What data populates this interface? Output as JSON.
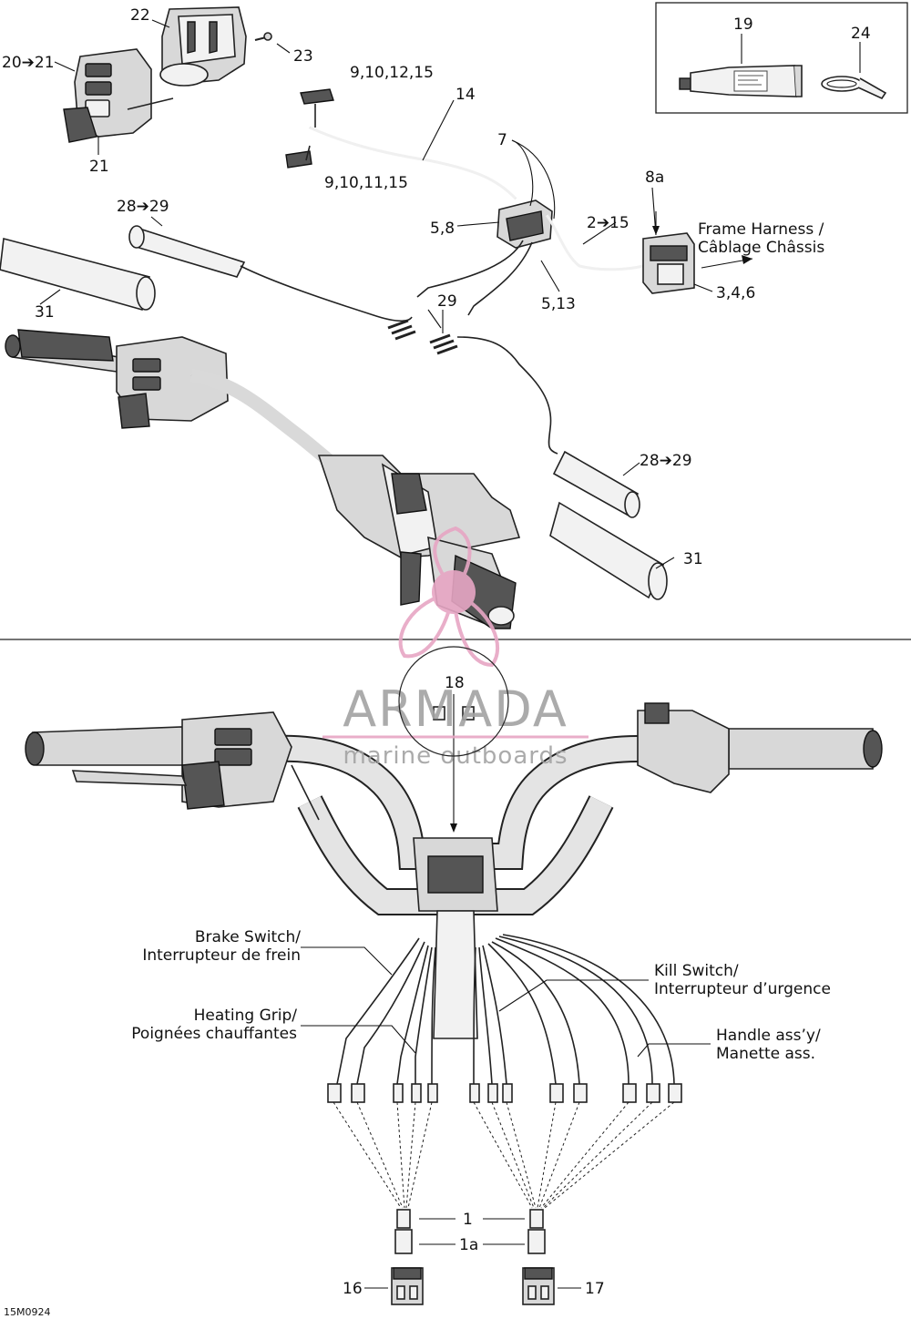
{
  "diagram_code": "15M0924",
  "callouts": {
    "c22": "22",
    "c23": "23",
    "c20": "20➔21",
    "c21": "21",
    "c9a": "9,10,12,15",
    "c14": "14",
    "c9b": "9,10,11,15",
    "c7": "7",
    "c19": "19",
    "c24": "24",
    "c8a": "8a",
    "c58": "5,8",
    "c215": "2➔15",
    "c2829a": "28➔29",
    "c31a": "31",
    "c29": "29",
    "c513": "5,13",
    "c346": "3,4,6",
    "c2829b": "28➔29",
    "c31b": "31",
    "c18": "18",
    "c1": "1",
    "c1a": "1a",
    "c16": "16",
    "c17": "17"
  },
  "notes": {
    "frame_harness_1": "Frame Harness /",
    "frame_harness_2": "Câblage Châssis",
    "brake_1": "Brake Switch/",
    "brake_2": "Interrupteur de frein",
    "kill_1": "Kill Switch/",
    "kill_2": "Interrupteur d’urgence",
    "heat_1": "Heating Grip/",
    "heat_2": "Poignées chauffantes",
    "handle_1": "Handle ass’y/",
    "handle_2": "Manette ass."
  },
  "watermark": {
    "brand": "ARMADA",
    "tagline": "marine outboards",
    "color": "#e7a6c4"
  }
}
